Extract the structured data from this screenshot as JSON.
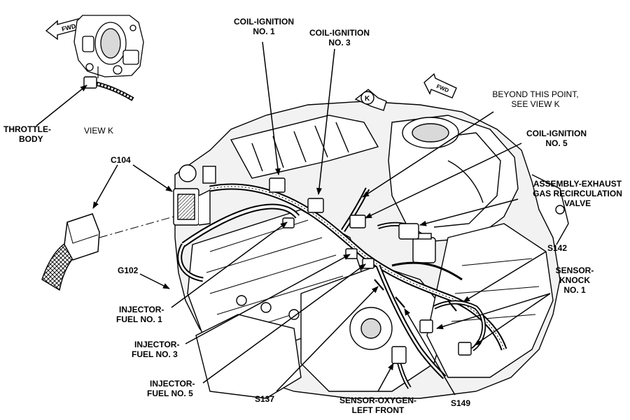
{
  "labels": {
    "throttle_body": [
      "THROTTLE-",
      "BODY"
    ],
    "view_k": "VIEW K",
    "c104": "C104",
    "g102": "G102",
    "coil1": [
      "COIL-IGNITION",
      "NO. 1"
    ],
    "coil3": [
      "COIL-IGNITION",
      "NO. 3"
    ],
    "coil5": [
      "COIL-IGNITION",
      "NO. 5"
    ],
    "beyond": [
      "BEYOND THIS POINT,",
      "SEE VIEW K"
    ],
    "egr": [
      "ASSEMBLY-EXHAUST",
      "GAS RECIRCULATION",
      "VALVE"
    ],
    "s142": "S142",
    "knock": [
      "SENSOR-",
      "KNOCK",
      "NO. 1"
    ],
    "inj1": [
      "INJECTOR-",
      "FUEL NO. 1"
    ],
    "inj3": [
      "INJECTOR-",
      "FUEL NO. 3"
    ],
    "inj5": [
      "INJECTOR-",
      "FUEL NO. 5"
    ],
    "s137": "S137",
    "o2": [
      "SENSOR-OXYGEN-",
      "LEFT FRONT"
    ],
    "s149": "S149"
  },
  "badges": {
    "fwd": "FWD",
    "k": "K"
  },
  "colors": {
    "ink": "#000000",
    "paper": "#ffffff",
    "shade": "#d9d9d9"
  }
}
